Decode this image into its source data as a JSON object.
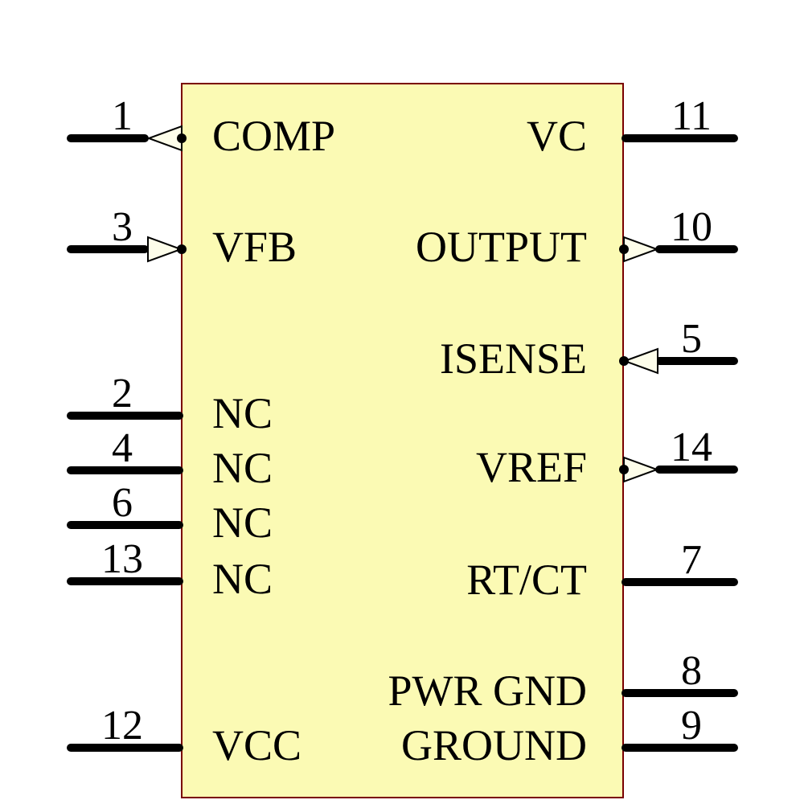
{
  "component": {
    "kind": "ic-schematic-symbol",
    "colors": {
      "background": "#ffffff",
      "body_fill": "#fbfab4",
      "body_border": "#7a0000",
      "wire": "#000000",
      "arrow_fill": "#fdfdea",
      "arrow_stroke": "#000000",
      "text": "#000000"
    }
  },
  "pins": {
    "left": [
      {
        "number": "1",
        "label": "COMP",
        "arrow": "out-left"
      },
      {
        "number": "3",
        "label": "VFB",
        "arrow": "in-right"
      },
      {
        "number": "2",
        "label": "NC",
        "arrow": "none"
      },
      {
        "number": "4",
        "label": "NC",
        "arrow": "none"
      },
      {
        "number": "6",
        "label": "NC",
        "arrow": "none"
      },
      {
        "number": "13",
        "label": "NC",
        "arrow": "none"
      },
      {
        "number": "12",
        "label": "VCC",
        "arrow": "none"
      }
    ],
    "right": [
      {
        "number": "11",
        "label": "VC",
        "arrow": "none"
      },
      {
        "number": "10",
        "label": "OUTPUT",
        "arrow": "out-right"
      },
      {
        "number": "5",
        "label": "ISENSE",
        "arrow": "in-left"
      },
      {
        "number": "14",
        "label": "VREF",
        "arrow": "out-right"
      },
      {
        "number": "7",
        "label": "RT/CT",
        "arrow": "none"
      },
      {
        "number": "8",
        "label": "PWR GND",
        "arrow": "none"
      },
      {
        "number": "9",
        "label": "GROUND",
        "arrow": "none"
      }
    ]
  }
}
